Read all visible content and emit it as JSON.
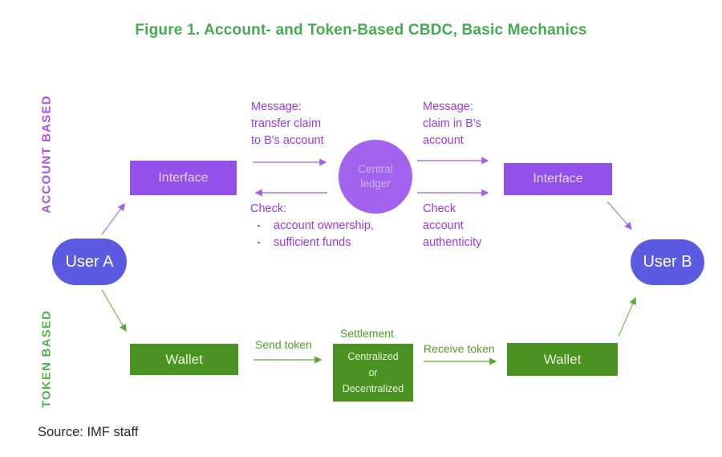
{
  "title": "Figure 1. Account- and Token-Based CBDC, Basic Mechanics",
  "source_note": "Source: IMF staff",
  "lanes": {
    "account": "ACCOUNT BASED",
    "token": "TOKEN BASED"
  },
  "nodes": {
    "user_a": "User A",
    "user_b": "User B",
    "interface_left": "Interface",
    "interface_right": "Interface",
    "central_ledger": [
      "Central",
      "ledger"
    ],
    "wallet_left": "Wallet",
    "wallet_right": "Wallet",
    "settlement_lines": [
      "Centralized",
      "or",
      "Decentralized"
    ]
  },
  "annotations": {
    "message_left": [
      "Message:",
      "transfer claim",
      "to B's account"
    ],
    "message_right": [
      "Message:",
      "claim in B's",
      "account"
    ],
    "check_left_title": "Check:",
    "check_bullet": "▪",
    "check_left_items": [
      "account ownership,",
      "sufficient funds"
    ],
    "check_right": [
      "Check",
      "account",
      "authenticity"
    ],
    "send_token": "Send token",
    "settlement_label": "Settlement",
    "receive_token": "Receive token"
  },
  "colors": {
    "title_green": "#44ac4e",
    "account_label_purple": "#a953e8",
    "token_label_green": "#53b24b",
    "user_pill_blue": "#5b5be2",
    "interface_purple": "#9450eb",
    "ledger_purple": "#a162ee",
    "wallet_green": "#4a9221",
    "annotation_purple": "#a136e0",
    "annotation_green": "#4f9d28"
  }
}
